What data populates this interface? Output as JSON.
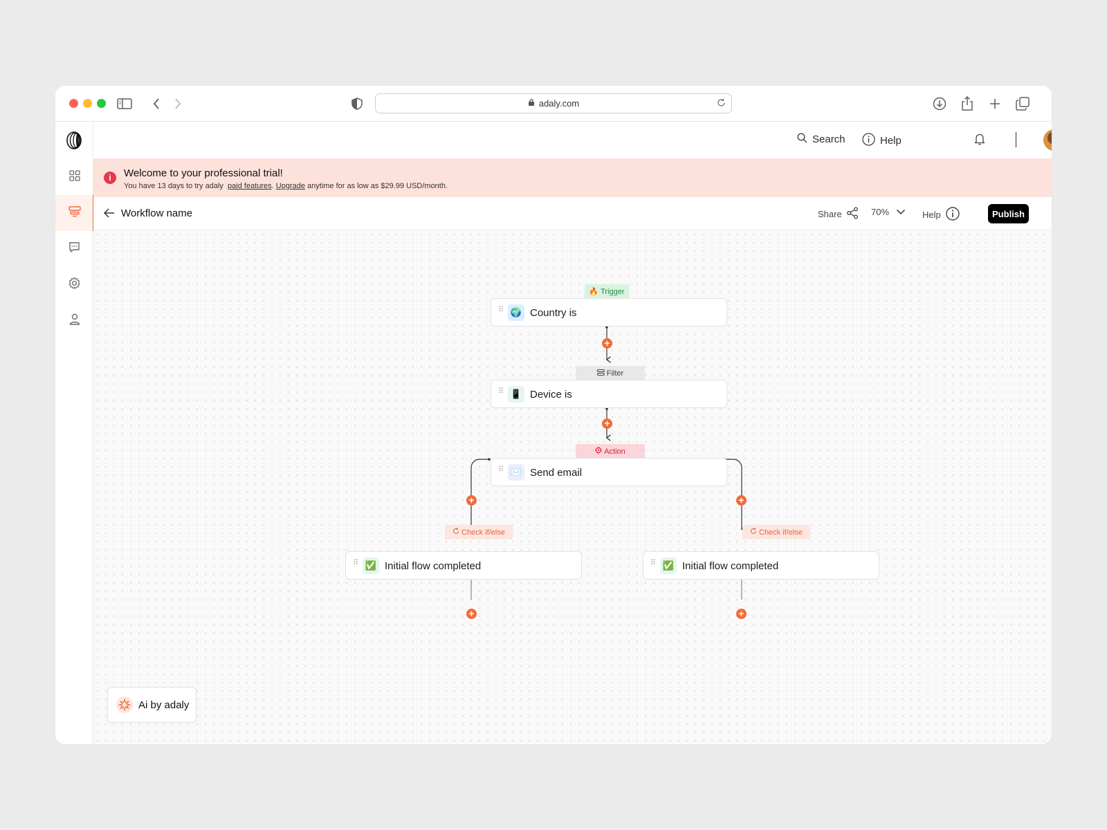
{
  "browser": {
    "url": "adaly.com"
  },
  "icons": {
    "sidebar": [
      "dashboard-icon",
      "workflow-icon",
      "chat-icon",
      "settings-icon",
      "user-icon"
    ],
    "appbar": [
      "search-icon",
      "info-icon",
      "bell-icon"
    ]
  },
  "appbar": {
    "search_label": "Search",
    "help_label": "Help"
  },
  "banner": {
    "title": "Welcome to your professional trial!",
    "sub_prefix": "You have 13 days to try adaly",
    "paid_features": "paid features",
    "sep": ".",
    "upgrade": "Upgrade",
    "sub_suffix": "anytime for as low as $29.99 USD/month."
  },
  "workflow": {
    "title": "Workflow name",
    "share_label": "Share",
    "zoom": "70%",
    "help_label": "Help",
    "publish_label": "Publish"
  },
  "nodes": {
    "country": {
      "tag": "Trigger",
      "label": "Country is",
      "icon": "🌍"
    },
    "device": {
      "tag": "Filter",
      "label": "Device is",
      "icon": "📱"
    },
    "email": {
      "tag": "Action",
      "label": "Send email",
      "icon": "✉️"
    },
    "left_check": {
      "tag": "Check if/else",
      "label": "Initial flow completed",
      "icon": "✅"
    },
    "right_check": {
      "tag": "Check if/else",
      "label": "Initial flow completed",
      "icon": "✅"
    }
  },
  "ai_button": {
    "label": "Ai by adaly"
  },
  "colors": {
    "accent": "#f26b3a",
    "banner_bg": "#fde2dc",
    "trigger": "#27864a",
    "action": "#d8233d",
    "publish_bg": "#000000"
  }
}
